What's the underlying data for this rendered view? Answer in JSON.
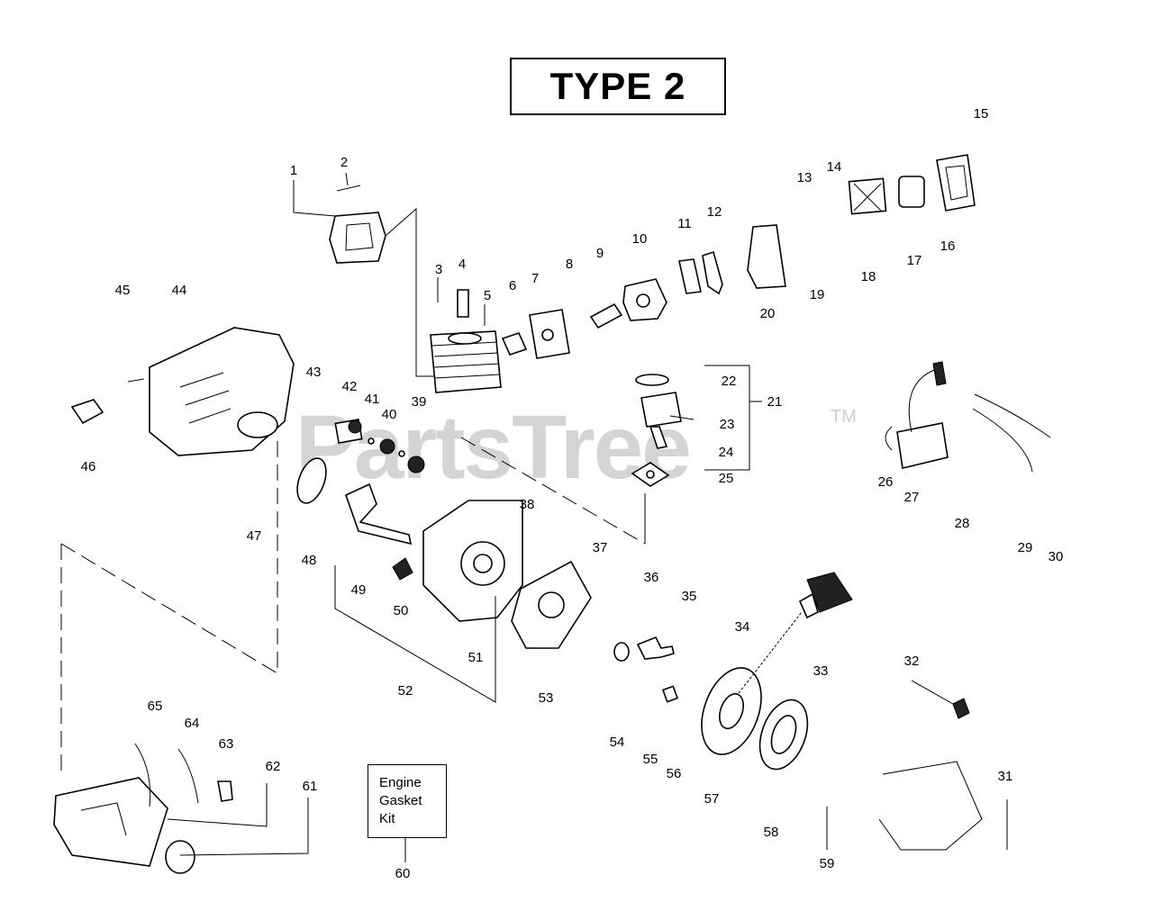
{
  "title": "TYPE 2",
  "watermark": "PartsTree",
  "trademark": "TM",
  "kit_box": {
    "line1": "Engine",
    "line2": "Gasket",
    "line3": "Kit"
  },
  "part_labels": [
    "1",
    "2",
    "3",
    "4",
    "5",
    "6",
    "7",
    "8",
    "9",
    "10",
    "11",
    "12",
    "13",
    "14",
    "15",
    "16",
    "17",
    "18",
    "19",
    "20",
    "21",
    "22",
    "23",
    "24",
    "25",
    "26",
    "27",
    "28",
    "29",
    "30",
    "31",
    "32",
    "33",
    "34",
    "35",
    "36",
    "37",
    "38",
    "39",
    "40",
    "41",
    "42",
    "43",
    "44",
    "45",
    "46",
    "47",
    "48",
    "49",
    "50",
    "51",
    "52",
    "53",
    "54",
    "55",
    "56",
    "57",
    "58",
    "59",
    "60",
    "61",
    "62",
    "63",
    "64",
    "65"
  ]
}
